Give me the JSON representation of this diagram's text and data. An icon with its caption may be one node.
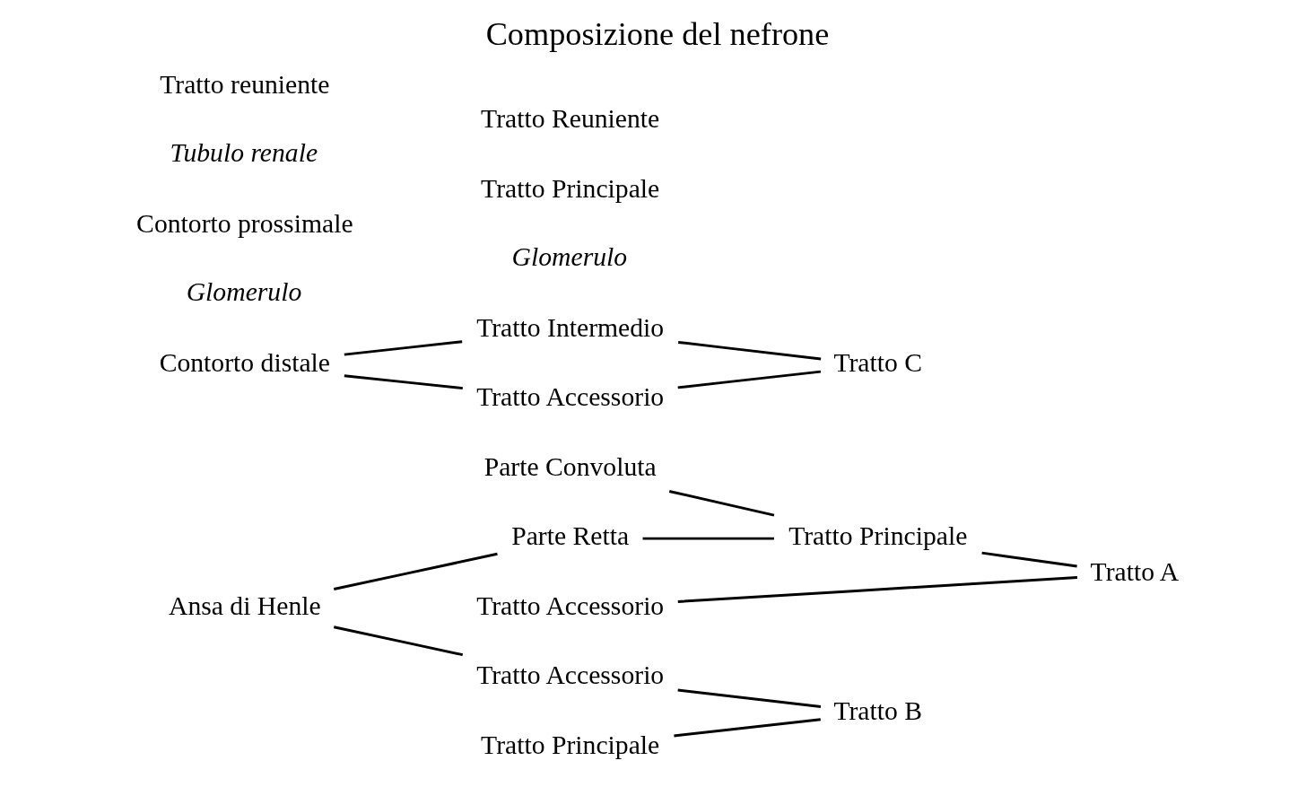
{
  "diagram": {
    "title": "Composizione del nefrone",
    "nodes": [
      {
        "text": [
          "Parte Convoluta"
        ]
      },
      {
        "text": [
          "Tratto Principale"
        ]
      },
      {
        "text": [
          "Tratto A"
        ]
      },
      {
        "text": [
          "Parte Retta"
        ]
      },
      {
        "text": [
          "Ansa di Henle"
        ]
      },
      {
        "text": [
          "Tratto Accessorio"
        ]
      },
      {
        "text": [
          "Tratto Principale"
        ]
      },
      {
        "text": [
          "Tratto B"
        ]
      },
      {
        "text": [
          "Tratto Accessorio"
        ]
      },
      {
        "text": [
          "Contorto distale"
        ]
      },
      {
        "text": [
          "Tratto Intermedio"
        ]
      },
      {
        "text": [
          "Tratto C"
        ]
      },
      {
        "text": [
          "Tratto Accessorio"
        ]
      }
    ],
    "edges": [
      {
        "from": 0,
        "to": 1,
        "arrow": "none"
      },
      {
        "from": 3,
        "to": 1,
        "arrow": "none"
      },
      {
        "from": 1,
        "to": 2,
        "arrow": "none"
      },
      {
        "from": 5,
        "to": 2,
        "arrow": "none"
      },
      {
        "from": 4,
        "to": 3,
        "arrow": "none"
      },
      {
        "from": 4,
        "to": 8,
        "arrow": "none"
      },
      {
        "from": 6,
        "to": 7,
        "arrow": "none"
      },
      {
        "from": 8,
        "to": 7,
        "arrow": "none"
      },
      {
        "from": 9,
        "to": 10,
        "arrow": "none"
      },
      {
        "from": 9,
        "to": 12,
        "arrow": "none"
      },
      {
        "from": 10,
        "to": 11,
        "arrow": "none"
      },
      {
        "from": 12,
        "to": 11,
        "arrow": "none"
      }
    ],
    "labels": [
      "Glomerulo",
      "Glomerulo",
      "Contorto prossimale",
      "Tubulo renale",
      "Tratto Principale",
      "Tratto reuniente",
      "Tratto Reuniente"
    ]
  }
}
